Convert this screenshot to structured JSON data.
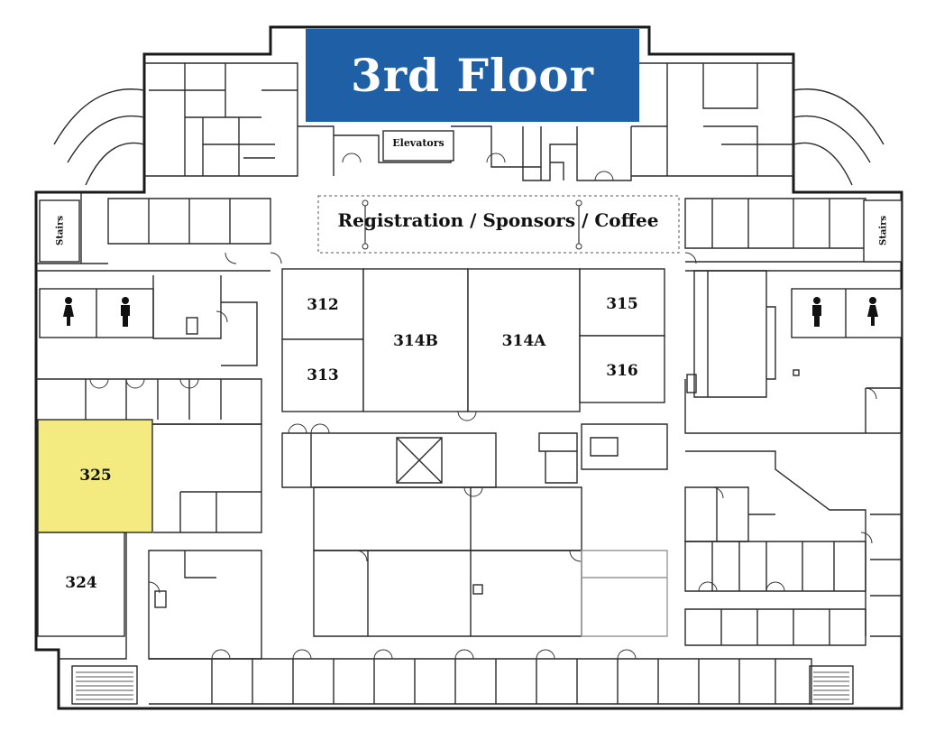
{
  "title": "3rd Floor",
  "banner_color": "#1f5fa6",
  "highlight_color": "#f3eb7f",
  "areas": {
    "registration": "Registration / Sponsors / Coffee",
    "elevators": "Elevators",
    "stairs_left": "Stairs",
    "stairs_right": "Stairs"
  },
  "rooms": {
    "r312": "312",
    "r313": "313",
    "r314b": "314B",
    "r314a": "314A",
    "r315": "315",
    "r316": "316",
    "r325": "325",
    "r324": "324"
  },
  "highlighted_room": "325",
  "icons": [
    "restroom-women-icon",
    "restroom-men-icon",
    "restroom-men-icon",
    "restroom-women-icon"
  ]
}
